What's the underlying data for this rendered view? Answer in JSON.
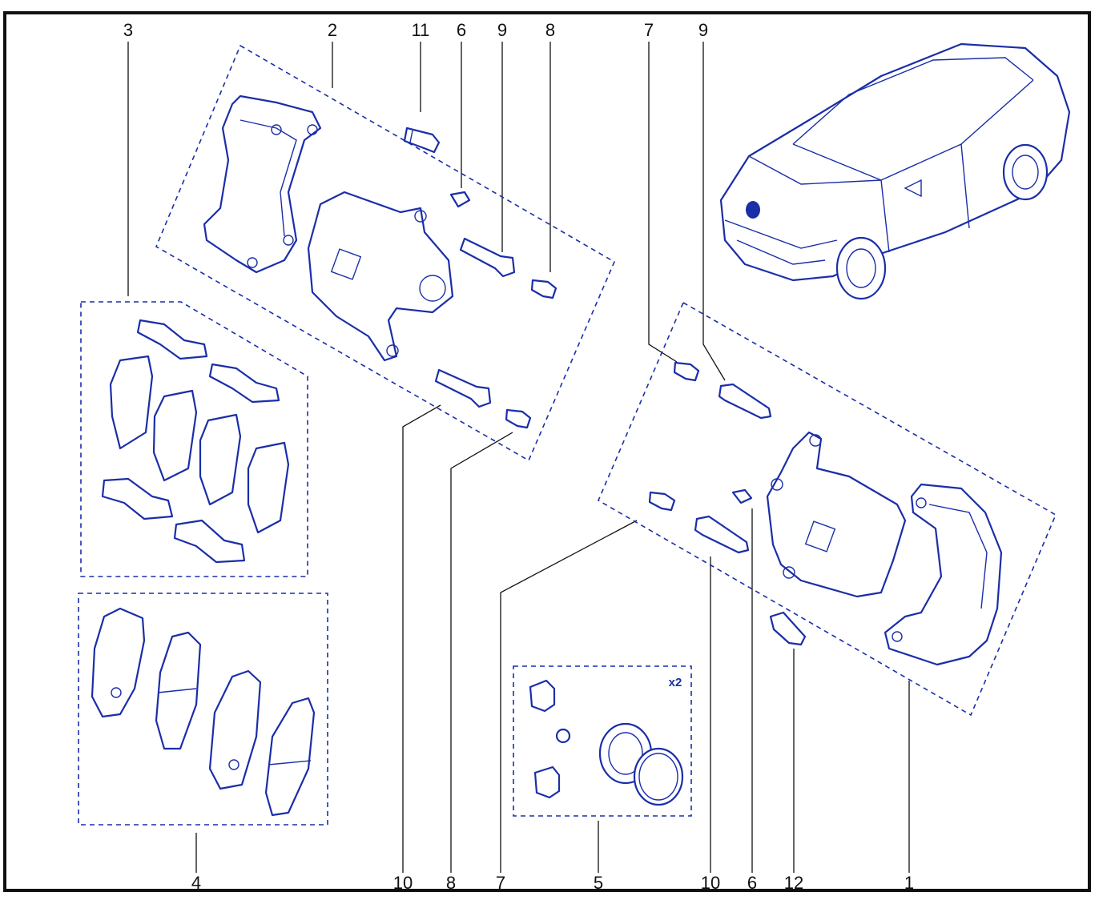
{
  "colors": {
    "line": "#1a2ea8",
    "callout": "#111111",
    "frame": "#111111"
  },
  "callouts_top": [
    "3",
    "2",
    "11",
    "6",
    "9",
    "8",
    "7",
    "9"
  ],
  "callouts_bottom": [
    "4",
    "10",
    "8",
    "7",
    "5",
    "10",
    "6",
    "12",
    "1"
  ],
  "kit_note": "x2",
  "icons": [
    "vehicle-illustration",
    "caliper-bracket",
    "brake-caliper",
    "guide-pin",
    "bolt",
    "bleed-screw",
    "pad-clip",
    "brake-pad",
    "piston-seal",
    "dust-boot"
  ]
}
